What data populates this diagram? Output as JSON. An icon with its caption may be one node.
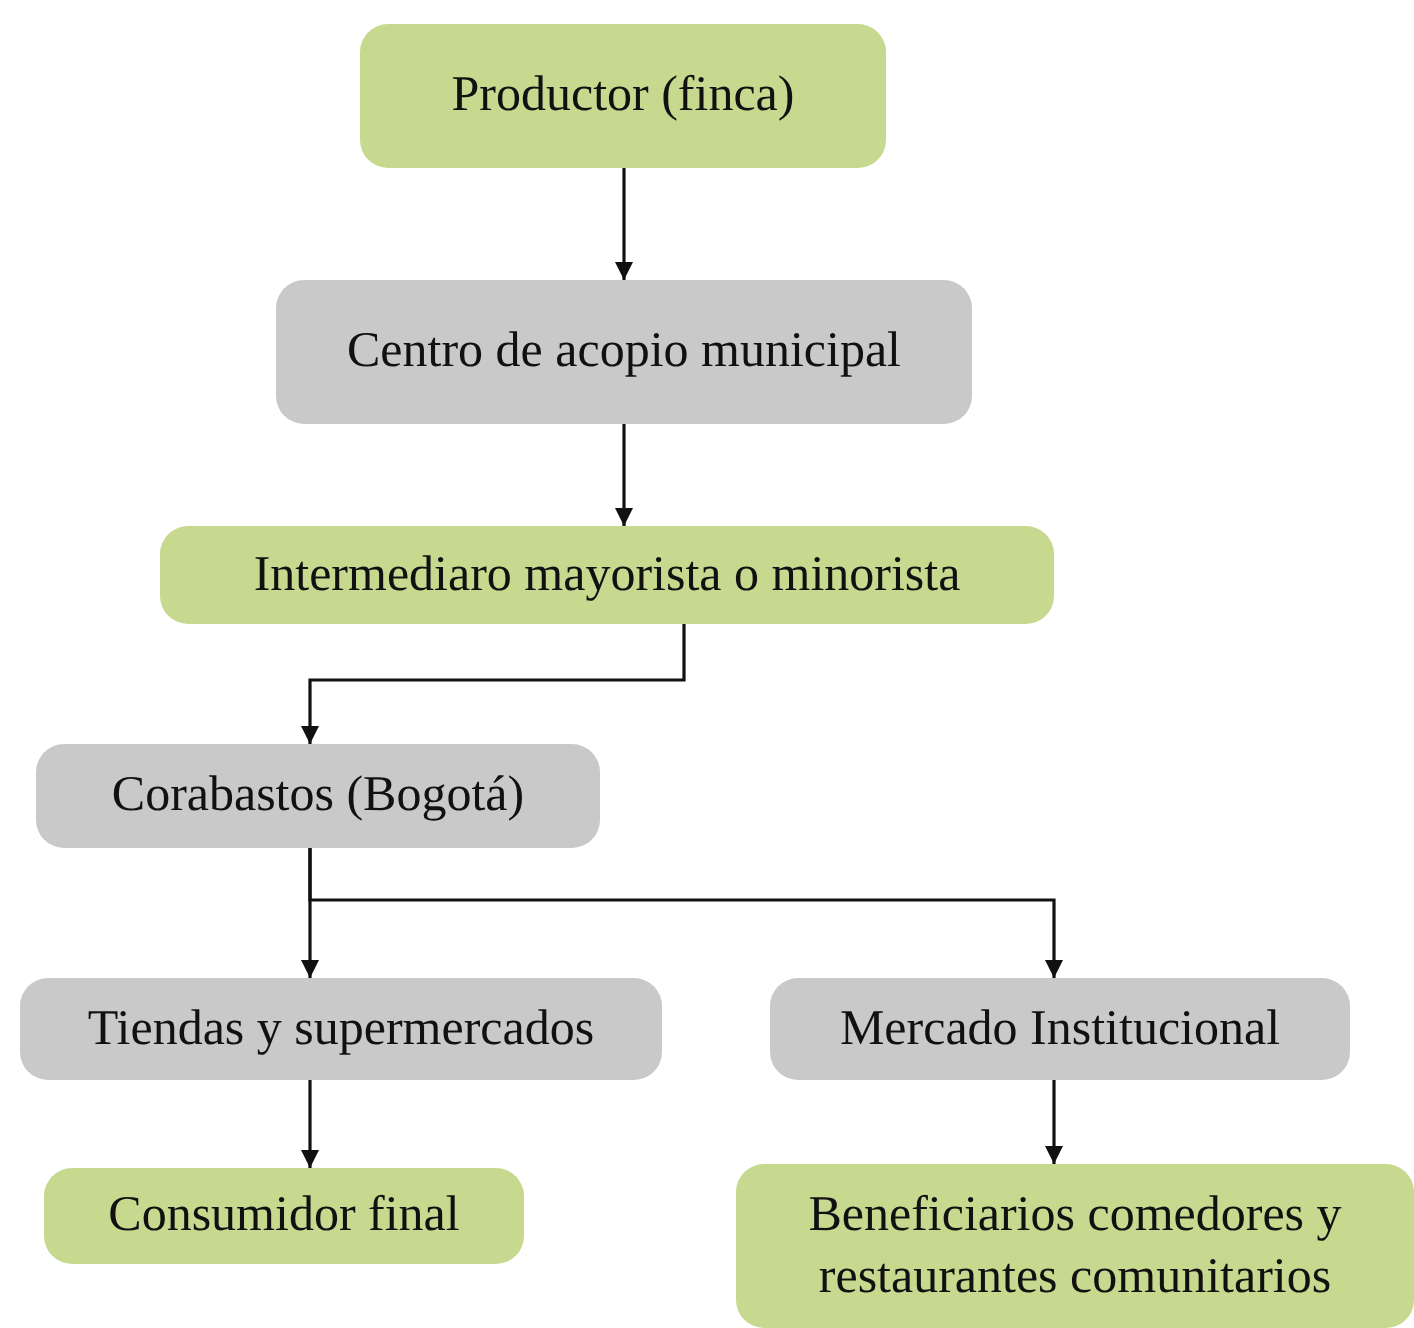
{
  "diagram": {
    "nodes": [
      {
        "text": [
          "Productor (finca)"
        ]
      },
      {
        "text": [
          "Centro de acopio municipal"
        ]
      },
      {
        "text": [
          "Intermediaro mayorista o minorista"
        ]
      },
      {
        "text": [
          "Corabastos (Bogotá)"
        ]
      },
      {
        "text": [
          "Tiendas y supermercados"
        ]
      },
      {
        "text": [
          "Mercado Institucional"
        ]
      },
      {
        "text": [
          "Consumidor final"
        ]
      },
      {
        "text": [
          "Beneficiarios comedores y restaurantes comunitarios"
        ]
      }
    ],
    "edges": [
      {
        "from": 0,
        "to": 1,
        "arrow": "to"
      },
      {
        "from": 1,
        "to": 2,
        "arrow": "to"
      },
      {
        "from": 2,
        "to": 3,
        "arrow": "to"
      },
      {
        "from": 3,
        "to": 4,
        "arrow": "to"
      },
      {
        "from": 3,
        "to": 5,
        "arrow": "to"
      },
      {
        "from": 4,
        "to": 6,
        "arrow": "to"
      },
      {
        "from": 5,
        "to": 7,
        "arrow": "to"
      }
    ]
  }
}
